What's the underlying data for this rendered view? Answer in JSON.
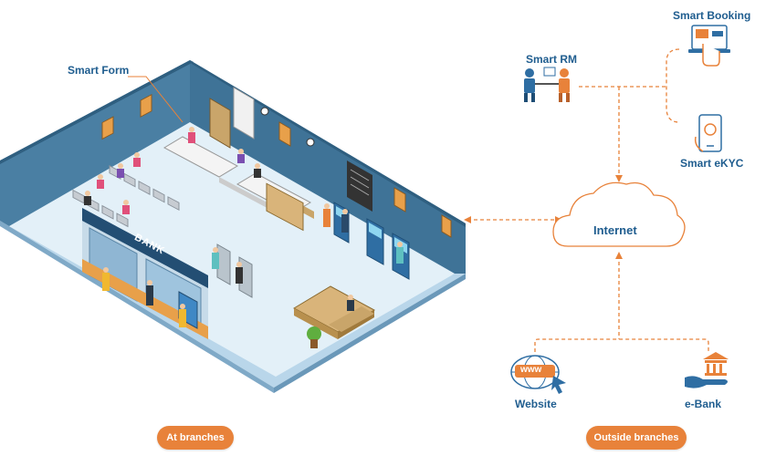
{
  "labels": {
    "smart_form": "Smart Form",
    "smart_rm": "Smart RM",
    "smart_booking": "Smart Booking",
    "smart_ekyc": "Smart eKYC",
    "internet": "Internet",
    "website": "Website",
    "ebank": "e-Bank",
    "bank_sign": "BANK",
    "www": "www"
  },
  "buttons": {
    "at_branches": "At branches",
    "outside_branches": "Outside branches"
  },
  "colors": {
    "brand_blue": "#1f5d8f",
    "accent_orange": "#e8823a",
    "floor": "#dcecf6",
    "wall": "#4a7fa3"
  }
}
